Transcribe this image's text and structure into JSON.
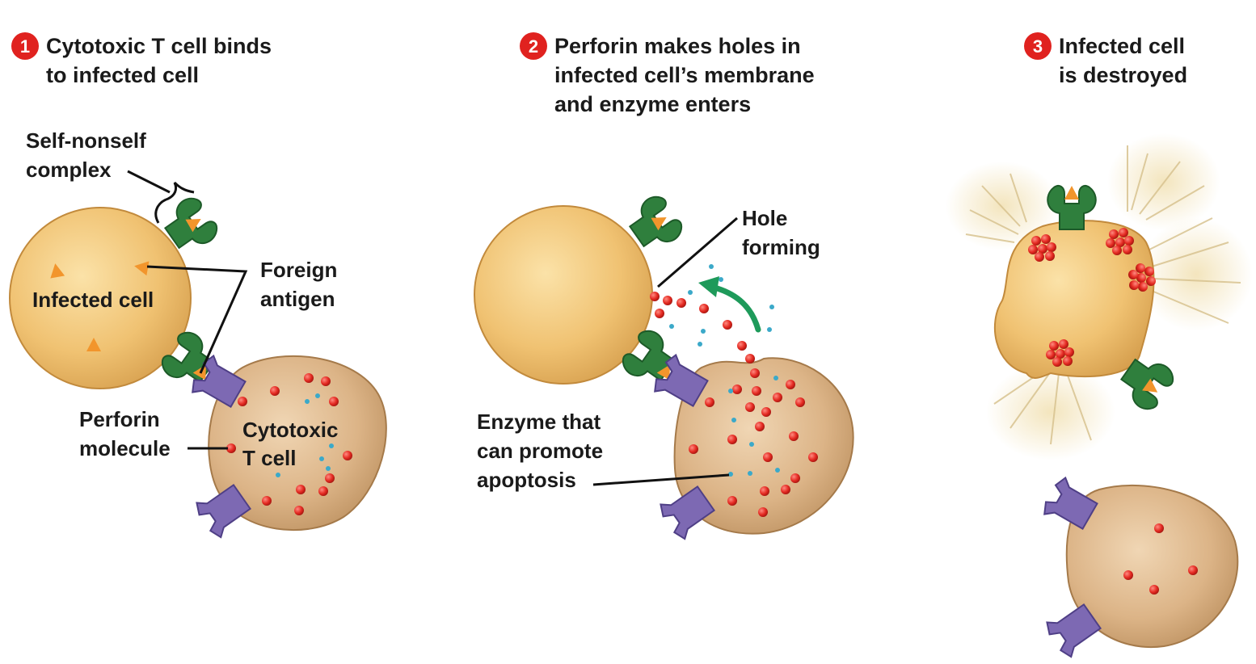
{
  "steps": [
    {
      "number": "1",
      "line1": "Cytotoxic T cell binds",
      "line2": "to infected cell"
    },
    {
      "number": "2",
      "line1": "Perforin makes holes in",
      "line2": "infected cell’s membrane",
      "line3": "and enzyme enters"
    },
    {
      "number": "3",
      "line1": "Infected cell",
      "line2": "is destroyed"
    }
  ],
  "labels": {
    "self_nonself_1": "Self-nonself",
    "self_nonself_2": "complex",
    "infected_cell": "Infected cell",
    "foreign_1": "Foreign",
    "foreign_2": "antigen",
    "perforin_1": "Perforin",
    "perforin_2": "molecule",
    "tcell_1": "Cytotoxic",
    "tcell_2": "T cell",
    "hole_1": "Hole",
    "hole_2": "forming",
    "enzyme_1": "Enzyme that",
    "enzyme_2": "can promote",
    "enzyme_3": "apoptosis"
  },
  "colors": {
    "infected_cell": "#f0c272",
    "t_cell": "#dcb487",
    "mhc": "#2f7f3d",
    "tcr": "#7d69b3",
    "antigen": "#f2952c",
    "perforin": "#e42a22",
    "enzyme": "#3ba9c9",
    "arrow": "#1e9a5a",
    "step_badge": "#e0221f"
  }
}
